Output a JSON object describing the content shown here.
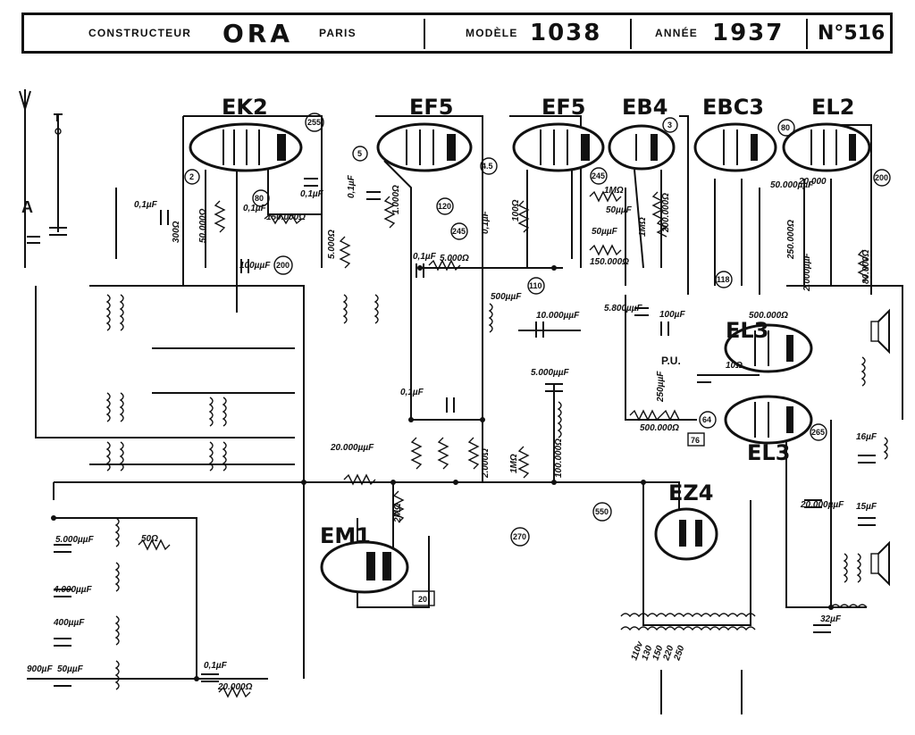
{
  "header": {
    "constructeur_label": "CONSTRUCTEUR",
    "constructeur_value": "ORA",
    "city": "PARIS",
    "modele_label": "MODÈLE",
    "modele_value": "1038",
    "annee_label": "ANNÉE",
    "annee_value": "1937",
    "number": "N°516"
  },
  "tubes": [
    "EK2",
    "EF5",
    "EF5",
    "EB4",
    "EBC3",
    "EL2",
    "EL3",
    "EL3",
    "EZ4",
    "EM1"
  ],
  "refs": [
    "255",
    "2",
    "80",
    "200",
    "5",
    "120",
    "245",
    "4.5",
    "245",
    "110",
    "3",
    "80",
    "200",
    "118",
    "64",
    "76",
    "265",
    "550",
    "270",
    "20"
  ],
  "values": [
    "0,1µF",
    "0,1µF",
    "0,1µF",
    "300Ω",
    "50.000Ω",
    "150.000Ω",
    "100µµF",
    "0,1µF",
    "1.000Ω",
    "5.000Ω",
    "0,1µF",
    "5.000Ω",
    "100Ω",
    "0,1µF",
    "1MΩ",
    "50µµF",
    "50µµF",
    "150.000Ω",
    "200.000Ω",
    "1MΩ",
    "500µµF",
    "10.000µµF",
    "5.000µµF",
    "5.800µµF",
    "100µF",
    "250µµF",
    "500.000Ω",
    "20.000µµF",
    "0,1µF",
    "1MΩ",
    "2.000Ω",
    "100.000Ω",
    "2MΩ",
    "5.000µµF",
    "4.000µµF",
    "400µµF",
    "50µµF",
    "900µF",
    "50Ω",
    "20.000Ω",
    "0,1µF",
    "20.000µµF",
    "16µF",
    "15µF",
    "32µF",
    "500.000Ω",
    "10Ω",
    "80.000Ω",
    "2.000µµF",
    "50.000µµF",
    "20.000",
    "250.000Ω"
  ],
  "misc": {
    "antenna": "A",
    "earth": "T",
    "pu": "P.U.",
    "mains": [
      "110v",
      "130",
      "150",
      "220",
      "250"
    ]
  }
}
